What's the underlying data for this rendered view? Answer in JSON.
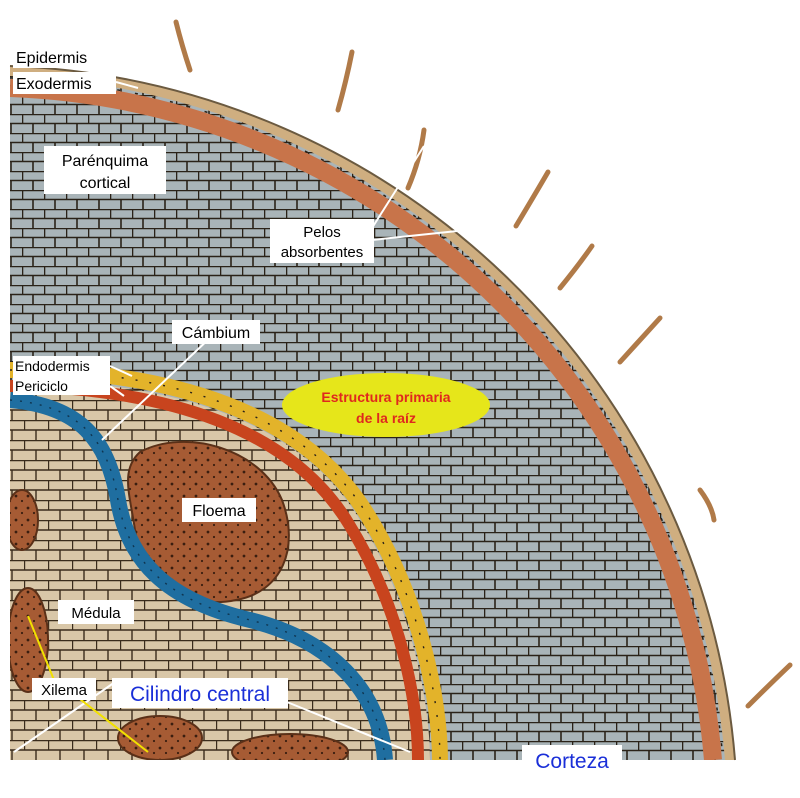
{
  "labels": {
    "epidermis": "Epidermis",
    "exodermis": "Exodermis",
    "parenquima_line1": "Parénquima",
    "parenquima_line2": "cortical",
    "pelos_line1": "Pelos",
    "pelos_line2": "absorbentes",
    "cambium": "Cámbium",
    "endodermis": "Endodermis",
    "periciclo": "Periciclo",
    "floema": "Floema",
    "medula": "Médula",
    "xilema": "Xilema",
    "cilindro_central": "Cilindro central",
    "corteza": "Corteza",
    "title_line1": "Estructura primaria",
    "title_line2": "de la raíz"
  },
  "colors": {
    "cortex_gray": "#a9b4b8",
    "cell_line": "#2a2218",
    "exodermis_orange": "#c8744a",
    "epidermis_tan": "#cfae80",
    "endodermis_yellow": "#e3b32a",
    "periciclo_red": "#c8441e",
    "cambium_blue": "#1f6ea0",
    "stele_tan": "#d9c7a8",
    "floema_brown": "#a65b34",
    "title_ellipse": "#e6e61a",
    "title_text": "#e0281e",
    "blue_label": "#1a2fd8"
  }
}
